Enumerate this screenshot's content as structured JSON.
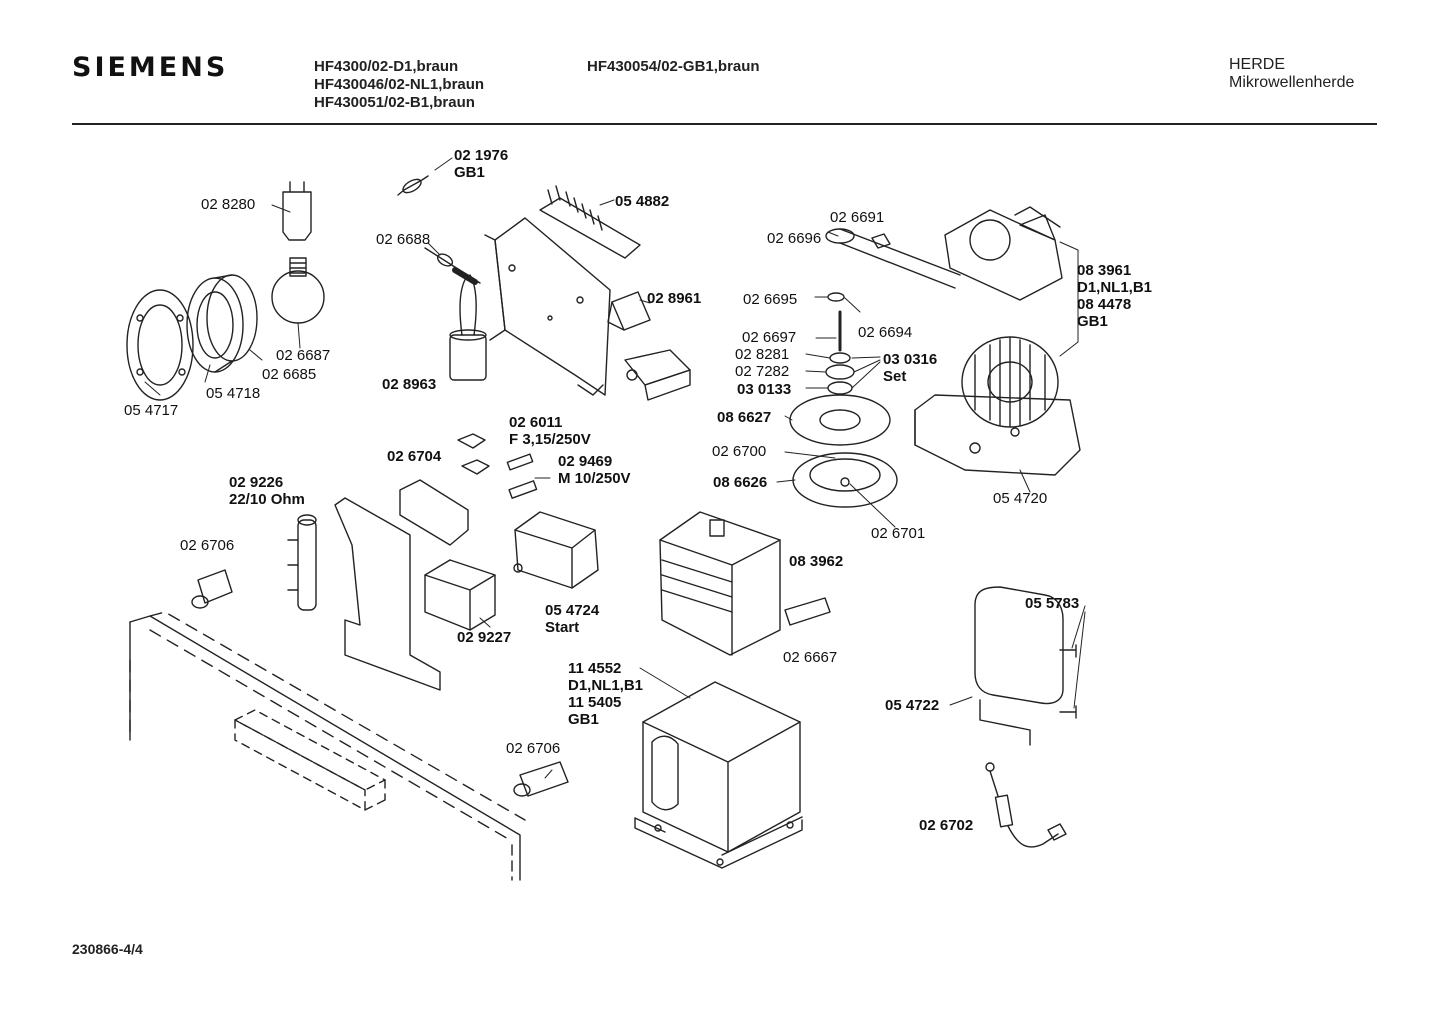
{
  "header": {
    "brand": "SIEMENS",
    "models_left": [
      "HF4300/02-D1,braun",
      "HF430046/02-NL1,braun",
      "HF430051/02-B1,braun"
    ],
    "models_right": [
      "HF430054/02-GB1,braun"
    ],
    "category": [
      "HERDE",
      "Mikrowellenherde"
    ]
  },
  "doc_number": "230866-4/4",
  "parts": [
    {
      "id": "p021976",
      "lines": [
        "02 1976",
        "GB1"
      ]
    },
    {
      "id": "p028280",
      "lines": [
        "02 8280"
      ]
    },
    {
      "id": "p026688",
      "lines": [
        "02 6688"
      ]
    },
    {
      "id": "p054882",
      "lines": [
        "05 4882"
      ]
    },
    {
      "id": "p026691",
      "lines": [
        "02 6691"
      ]
    },
    {
      "id": "p026696",
      "lines": [
        "02 6696"
      ]
    },
    {
      "id": "p083961",
      "lines": [
        "08 3961",
        "D1,NL1,B1",
        "08 4478",
        "GB1"
      ]
    },
    {
      "id": "p028961",
      "lines": [
        "02 8961"
      ]
    },
    {
      "id": "p026695",
      "lines": [
        "02 6695"
      ]
    },
    {
      "id": "p026694",
      "lines": [
        "02 6694"
      ]
    },
    {
      "id": "p026697",
      "lines": [
        "02 6697"
      ]
    },
    {
      "id": "p028281",
      "lines": [
        "02 8281"
      ]
    },
    {
      "id": "p027282",
      "lines": [
        "02 7282"
      ]
    },
    {
      "id": "p030133",
      "lines": [
        "03 0133"
      ]
    },
    {
      "id": "p030316",
      "lines": [
        "03 0316",
        "Set"
      ]
    },
    {
      "id": "p026687",
      "lines": [
        "02 6687"
      ]
    },
    {
      "id": "p026685",
      "lines": [
        "02 6685"
      ]
    },
    {
      "id": "p028963",
      "lines": [
        "02 8963"
      ]
    },
    {
      "id": "p054718",
      "lines": [
        "05 4718"
      ]
    },
    {
      "id": "p054717",
      "lines": [
        "05 4717"
      ]
    },
    {
      "id": "p086627",
      "lines": [
        "08 6627"
      ]
    },
    {
      "id": "p026011",
      "lines": [
        "02 6011",
        "F 3,15/250V"
      ]
    },
    {
      "id": "p026704",
      "lines": [
        "02 6704"
      ]
    },
    {
      "id": "p026700",
      "lines": [
        "02 6700"
      ]
    },
    {
      "id": "p029469",
      "lines": [
        "02 9469",
        "M 10/250V"
      ]
    },
    {
      "id": "p086626",
      "lines": [
        "08 6626"
      ]
    },
    {
      "id": "p054720",
      "lines": [
        "05 4720"
      ]
    },
    {
      "id": "p029226",
      "lines": [
        "02 9226",
        "22/10 Ohm"
      ]
    },
    {
      "id": "p026701",
      "lines": [
        "02 6701"
      ]
    },
    {
      "id": "p026706a",
      "lines": [
        "02 6706"
      ]
    },
    {
      "id": "p083962",
      "lines": [
        "08 3962"
      ]
    },
    {
      "id": "p055783",
      "lines": [
        "05 5783"
      ]
    },
    {
      "id": "p054724",
      "lines": [
        "05 4724",
        "Start"
      ]
    },
    {
      "id": "p029227",
      "lines": [
        "02 9227"
      ]
    },
    {
      "id": "p026667",
      "lines": [
        "02 6667"
      ]
    },
    {
      "id": "p114552",
      "lines": [
        "11 4552",
        "D1,NL1,B1",
        "11 5405",
        "GB1"
      ]
    },
    {
      "id": "p054722",
      "lines": [
        "05 4722"
      ]
    },
    {
      "id": "p026706b",
      "lines": [
        "02 6706"
      ]
    },
    {
      "id": "p026702",
      "lines": [
        "02 6702"
      ]
    }
  ]
}
